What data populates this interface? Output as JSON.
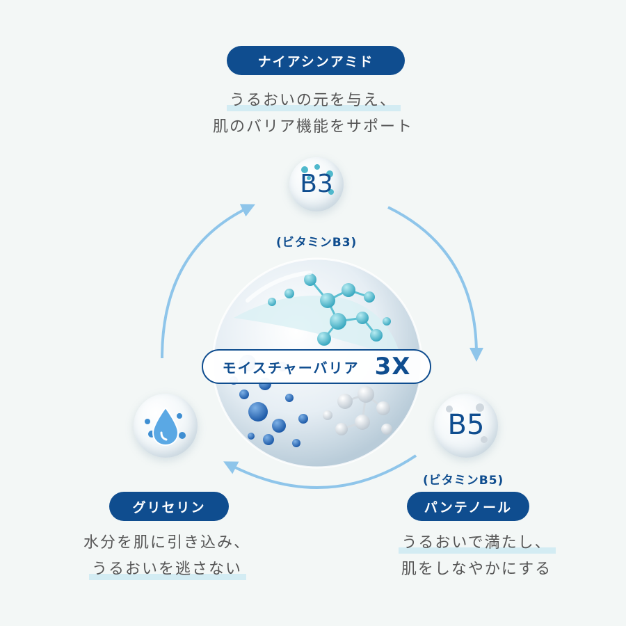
{
  "niacinamide": {
    "badge": "ナイアシンアミド",
    "desc_line1": "うるおいの元を与え、",
    "desc_line2": "肌のバリア機能をサポート",
    "icon_text": "B3",
    "sub_label": "(ビタミンB3)"
  },
  "panthenol": {
    "badge": "パンテノール",
    "desc_line1": "うるおいで満たし、",
    "desc_line2": "肌をしなやかにする",
    "icon_text": "B5",
    "sub_label": "(ビタミンB5)"
  },
  "glycerin": {
    "badge": "グリセリン",
    "desc_line1": "水分を肌に引き込み、",
    "desc_line2": "うるおいを逃さない",
    "icon_name": "water-drop-icon"
  },
  "center": {
    "label": "モイスチャーバリア",
    "multiplier": "3X"
  },
  "colors": {
    "navy": "#0f4d8f",
    "arrow": "#8ec5ea",
    "background": "#f3f7f6",
    "highlight": "#d3ecf3"
  }
}
